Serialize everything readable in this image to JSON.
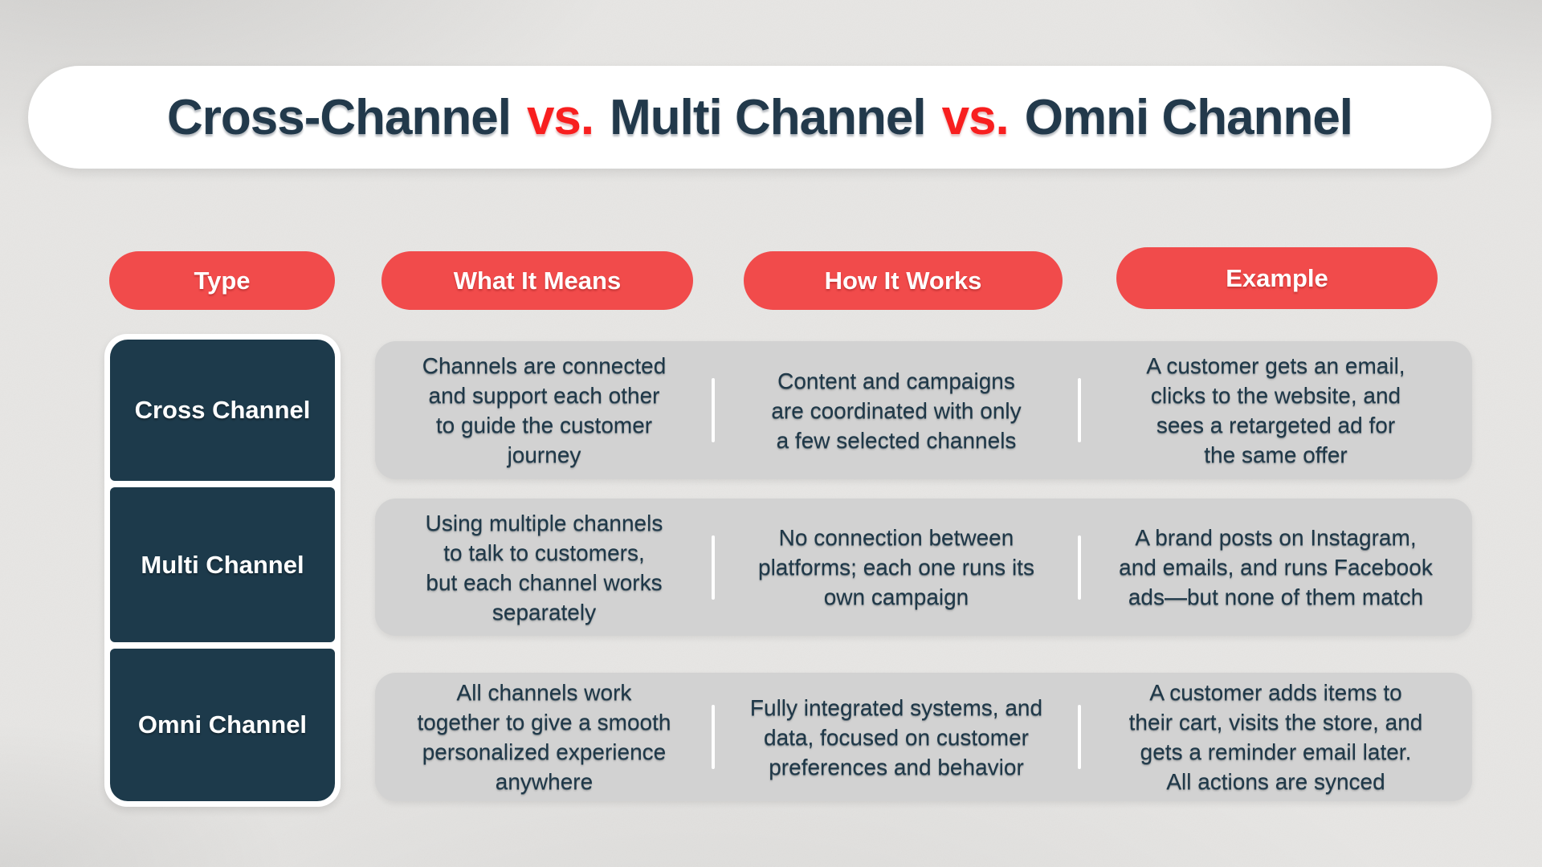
{
  "title": {
    "segments": [
      {
        "text": "Cross-Channel",
        "style": "dark"
      },
      {
        "text": "vs.",
        "style": "red"
      },
      {
        "text": "Multi Channel",
        "style": "dark"
      },
      {
        "text": "vs.",
        "style": "red"
      },
      {
        "text": "Omni Channel",
        "style": "dark"
      }
    ]
  },
  "table": {
    "columns": [
      {
        "label": "Type"
      },
      {
        "label": "What It Means"
      },
      {
        "label": "How It Works"
      },
      {
        "label": "Example"
      }
    ],
    "rows": [
      {
        "type": "Cross Channel",
        "what_it_means": "Channels are connected\nand support each other\nto guide the customer\njourney",
        "how_it_works": "Content and campaigns\nare coordinated with only\na few selected channels",
        "example": "A customer gets an email,\nclicks to the website, and\nsees a retargeted ad for\nthe same offer"
      },
      {
        "type": "Multi Channel",
        "what_it_means": "Using multiple channels\nto talk to customers,\nbut each channel works\nseparately",
        "how_it_works": "No connection between\nplatforms; each one runs its\nown campaign",
        "example": "A brand posts on Instagram,\nand emails, and runs Facebook\nads—but none of them match"
      },
      {
        "type": "Omni Channel",
        "what_it_means": "All channels work\ntogether to give a smooth\npersonalized experience\nanywhere",
        "how_it_works": "Fully integrated systems, and\ndata, focused on customer\npreferences and behavior",
        "example": "A customer adds items to\ntheir cart, visits the store, and\ngets a reminder email later.\nAll actions are synced"
      }
    ]
  },
  "colors": {
    "header_pill_red": "#f14b4b",
    "title_vs_red": "#f81f1f",
    "title_navy": "#22394b",
    "type_box_navy": "#1d3a4b",
    "cell_gray": "#d2d2d2",
    "banner_white": "#ffffff",
    "background_gray": "#e7e6e4",
    "cell_text_navy": "#1f3848"
  }
}
